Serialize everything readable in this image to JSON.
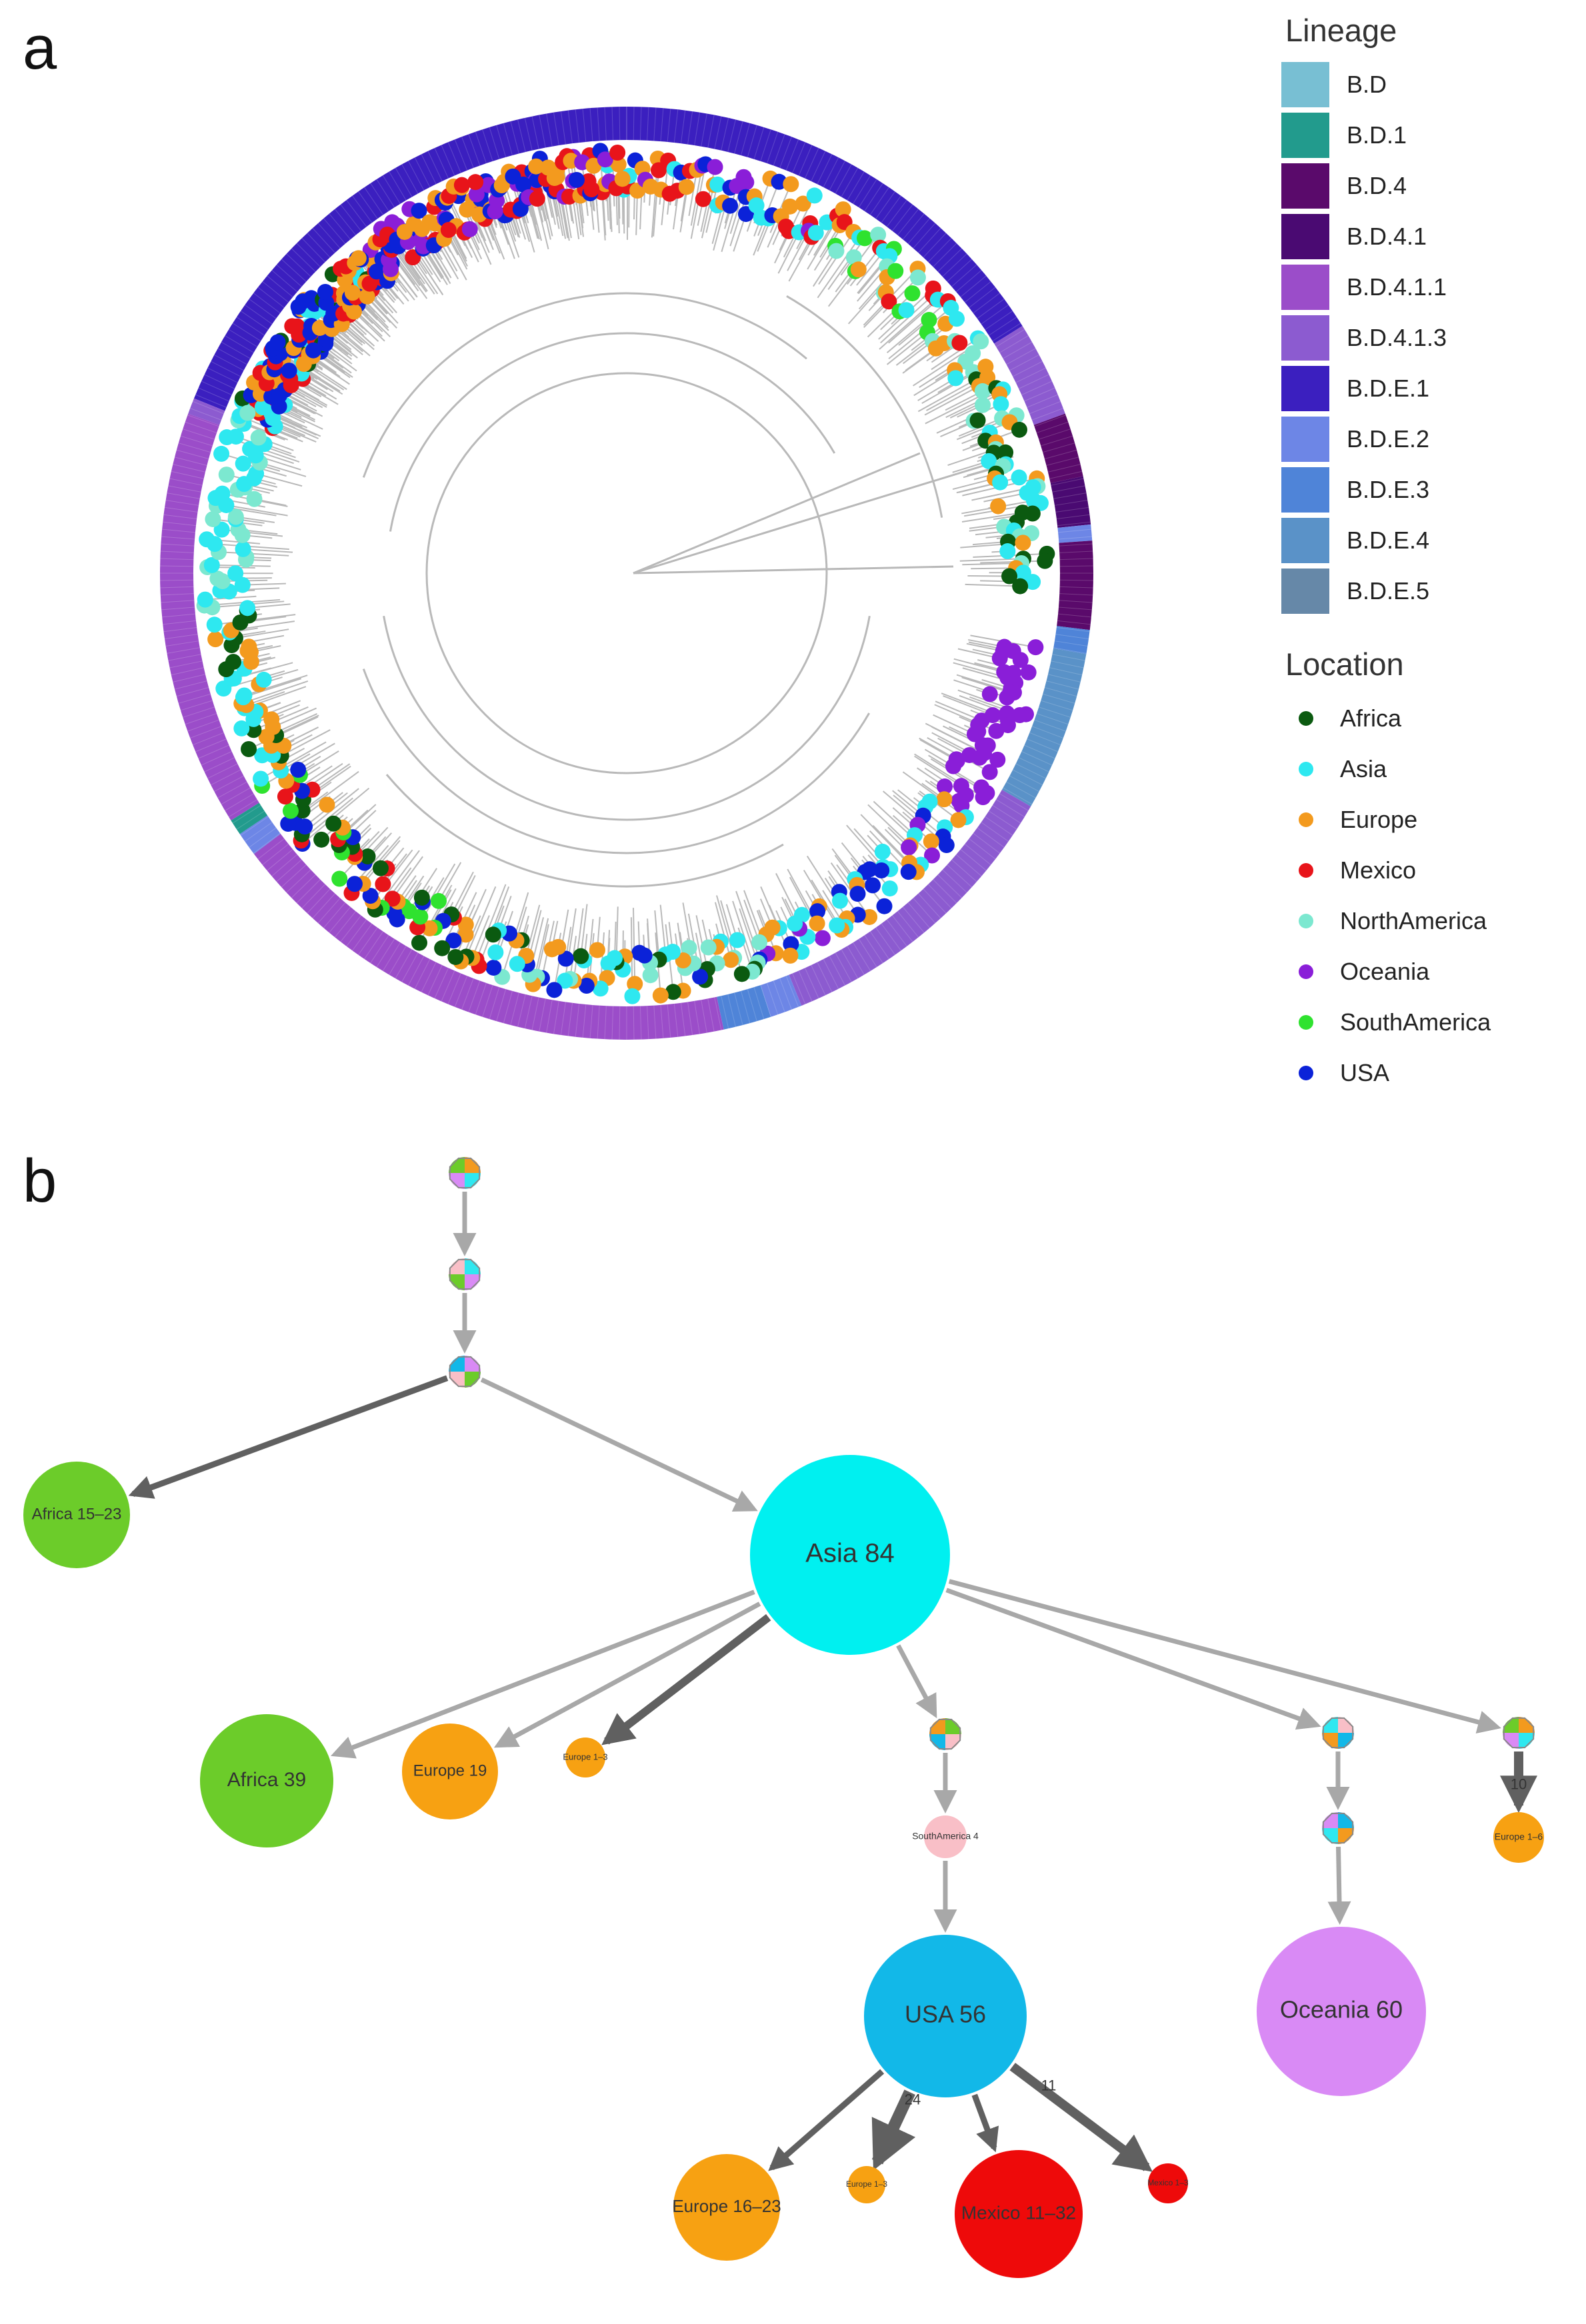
{
  "figure": {
    "panel_a_label": "a",
    "panel_b_label": "b"
  },
  "legend": {
    "lineage_title": "Lineage",
    "lineages": [
      {
        "label": "B.D",
        "color": "#78bfd3"
      },
      {
        "label": "B.D.1",
        "color": "#229b8d"
      },
      {
        "label": "B.D.4",
        "color": "#5a0a6b"
      },
      {
        "label": "B.D.4.1",
        "color": "#4a0a72"
      },
      {
        "label": "B.D.4.1.1",
        "color": "#9b4dc9"
      },
      {
        "label": "B.D.4.1.3",
        "color": "#8c5bd0"
      },
      {
        "label": "B.D.E.1",
        "color": "#3b1fbf"
      },
      {
        "label": "B.D.E.2",
        "color": "#6d86e6"
      },
      {
        "label": "B.D.E.3",
        "color": "#4f84d8"
      },
      {
        "label": "B.D.E.4",
        "color": "#5a92c8"
      },
      {
        "label": "B.D.E.5",
        "color": "#6688a8"
      }
    ],
    "location_title": "Location",
    "locations": [
      {
        "label": "Africa",
        "color": "#0b5a10"
      },
      {
        "label": "Asia",
        "color": "#2ee8f0"
      },
      {
        "label": "Europe",
        "color": "#f39a1e"
      },
      {
        "label": "Mexico",
        "color": "#e8141a"
      },
      {
        "label": "NorthAmerica",
        "color": "#7ce8d0"
      },
      {
        "label": "Oceania",
        "color": "#8a1ed8"
      },
      {
        "label": "SouthAmerica",
        "color": "#2fe22f"
      },
      {
        "label": "USA",
        "color": "#0b22d8"
      }
    ]
  },
  "network": {
    "nodes": [
      {
        "id": "Africa 15-23",
        "label": "Africa 15–23",
        "color": "#6ccc2a"
      },
      {
        "id": "Asia 84",
        "label": "Asia 84",
        "color": "#00f0f0"
      },
      {
        "id": "Africa 39",
        "label": "Africa 39",
        "color": "#6ccc2a"
      },
      {
        "id": "Europe 19",
        "label": "Europe 19",
        "color": "#f7a112"
      },
      {
        "id": "Europe 1-3 a",
        "label": "Europe 1–3",
        "color": "#f7a112"
      },
      {
        "id": "SouthAmerica 4",
        "label": "SouthAmerica 4",
        "color": "#f9bfc7"
      },
      {
        "id": "USA 56",
        "label": "USA 56",
        "color": "#12b8e8"
      },
      {
        "id": "Oceania 60",
        "label": "Oceania 60",
        "color": "#d98af5"
      },
      {
        "id": "Europe 1-6",
        "label": "Europe 1–6",
        "color": "#f7a112"
      },
      {
        "id": "Europe 16-23",
        "label": "Europe 16–23",
        "color": "#f7a112"
      },
      {
        "id": "Europe 1-3 b",
        "label": "Europe 1–3",
        "color": "#f7a112"
      },
      {
        "id": "Mexico 11-32",
        "label": "Mexico 11–32",
        "color": "#ee0a0a"
      },
      {
        "id": "Mexico 1-3",
        "label": "Mexico 1–3",
        "color": "#ee0a0a"
      }
    ],
    "edge_labels": {
      "asia_europe_1_6": "10",
      "usa_europe_1_3": "24",
      "usa_mexico_1_3": "11"
    }
  }
}
